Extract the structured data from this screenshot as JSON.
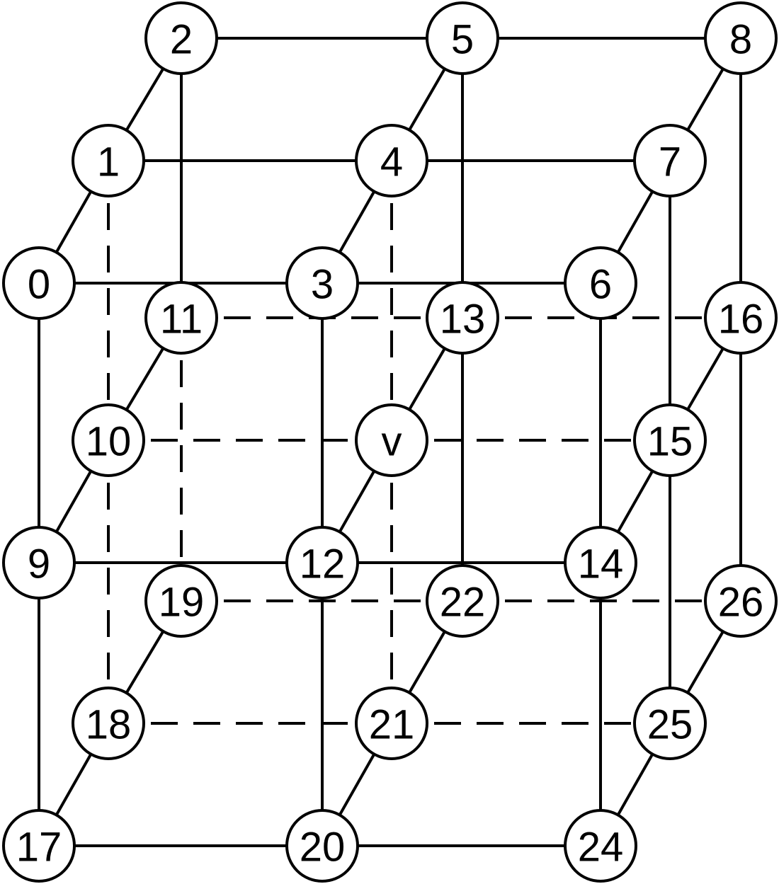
{
  "colors": {
    "highlight": "#EA733A",
    "node_fill": "#FFFFFF",
    "stroke": "#000000"
  },
  "nodes": [
    {
      "id": "0",
      "label": "0"
    },
    {
      "id": "1",
      "label": "1"
    },
    {
      "id": "2",
      "label": "2"
    },
    {
      "id": "3",
      "label": "3"
    },
    {
      "id": "4",
      "label": "4"
    },
    {
      "id": "5",
      "label": "5"
    },
    {
      "id": "6",
      "label": "6"
    },
    {
      "id": "7",
      "label": "7"
    },
    {
      "id": "8",
      "label": "8"
    },
    {
      "id": "9",
      "label": "9"
    },
    {
      "id": "10",
      "label": "10"
    },
    {
      "id": "11",
      "label": "11"
    },
    {
      "id": "12",
      "label": "12"
    },
    {
      "id": "v",
      "label": "v",
      "highlighted": true
    },
    {
      "id": "13",
      "label": "13"
    },
    {
      "id": "14",
      "label": "14"
    },
    {
      "id": "15",
      "label": "15"
    },
    {
      "id": "16",
      "label": "16"
    },
    {
      "id": "17",
      "label": "17"
    },
    {
      "id": "18",
      "label": "18"
    },
    {
      "id": "19",
      "label": "19"
    },
    {
      "id": "20",
      "label": "20"
    },
    {
      "id": "21",
      "label": "21"
    },
    {
      "id": "22",
      "label": "22"
    },
    {
      "id": "24",
      "label": "24"
    },
    {
      "id": "25",
      "label": "25"
    },
    {
      "id": "26",
      "label": "26"
    }
  ],
  "edges": [
    {
      "from": "0",
      "to": "1",
      "style": "solid"
    },
    {
      "from": "1",
      "to": "2",
      "style": "solid"
    },
    {
      "from": "3",
      "to": "4",
      "style": "solid"
    },
    {
      "from": "4",
      "to": "5",
      "style": "solid"
    },
    {
      "from": "6",
      "to": "7",
      "style": "solid"
    },
    {
      "from": "7",
      "to": "8",
      "style": "solid"
    },
    {
      "from": "0",
      "to": "3",
      "style": "solid"
    },
    {
      "from": "3",
      "to": "6",
      "style": "solid"
    },
    {
      "from": "1",
      "to": "4",
      "style": "solid"
    },
    {
      "from": "4",
      "to": "7",
      "style": "solid"
    },
    {
      "from": "2",
      "to": "5",
      "style": "solid"
    },
    {
      "from": "5",
      "to": "8",
      "style": "solid"
    },
    {
      "from": "9",
      "to": "10",
      "style": "solid"
    },
    {
      "from": "10",
      "to": "11",
      "style": "solid"
    },
    {
      "from": "12",
      "to": "v",
      "style": "solid"
    },
    {
      "from": "v",
      "to": "13",
      "style": "solid"
    },
    {
      "from": "14",
      "to": "15",
      "style": "solid"
    },
    {
      "from": "15",
      "to": "16",
      "style": "solid"
    },
    {
      "from": "9",
      "to": "12",
      "style": "solid"
    },
    {
      "from": "12",
      "to": "14",
      "style": "solid"
    },
    {
      "from": "10",
      "to": "v",
      "style": "dashed"
    },
    {
      "from": "v",
      "to": "15",
      "style": "dashed"
    },
    {
      "from": "11",
      "to": "13",
      "style": "dashed"
    },
    {
      "from": "13",
      "to": "16",
      "style": "dashed"
    },
    {
      "from": "17",
      "to": "18",
      "style": "solid"
    },
    {
      "from": "18",
      "to": "19",
      "style": "solid"
    },
    {
      "from": "20",
      "to": "21",
      "style": "solid"
    },
    {
      "from": "21",
      "to": "22",
      "style": "solid"
    },
    {
      "from": "24",
      "to": "25",
      "style": "solid"
    },
    {
      "from": "25",
      "to": "26",
      "style": "solid"
    },
    {
      "from": "17",
      "to": "20",
      "style": "solid"
    },
    {
      "from": "20",
      "to": "24",
      "style": "solid"
    },
    {
      "from": "18",
      "to": "21",
      "style": "dashed"
    },
    {
      "from": "21",
      "to": "25",
      "style": "dashed"
    },
    {
      "from": "19",
      "to": "22",
      "style": "dashed"
    },
    {
      "from": "22",
      "to": "26",
      "style": "dashed"
    },
    {
      "from": "0",
      "to": "9",
      "style": "solid"
    },
    {
      "from": "9",
      "to": "17",
      "style": "solid"
    },
    {
      "from": "3",
      "to": "12",
      "style": "solid"
    },
    {
      "from": "12",
      "to": "20",
      "style": "solid"
    },
    {
      "from": "6",
      "to": "14",
      "style": "solid"
    },
    {
      "from": "14",
      "to": "24",
      "style": "solid"
    },
    {
      "from": "2",
      "to": "11",
      "style": "solid"
    },
    {
      "from": "11",
      "to": "19",
      "style": "dashed"
    },
    {
      "from": "5",
      "to": "13",
      "style": "solid"
    },
    {
      "from": "13",
      "to": "22",
      "style": "solid"
    },
    {
      "from": "8",
      "to": "16",
      "style": "solid"
    },
    {
      "from": "16",
      "to": "26",
      "style": "solid"
    },
    {
      "from": "1",
      "to": "10",
      "style": "dashed"
    },
    {
      "from": "10",
      "to": "18",
      "style": "dashed"
    },
    {
      "from": "4",
      "to": "v",
      "style": "dashed"
    },
    {
      "from": "v",
      "to": "21",
      "style": "dashed"
    },
    {
      "from": "7",
      "to": "15",
      "style": "solid"
    },
    {
      "from": "15",
      "to": "25",
      "style": "solid"
    }
  ]
}
